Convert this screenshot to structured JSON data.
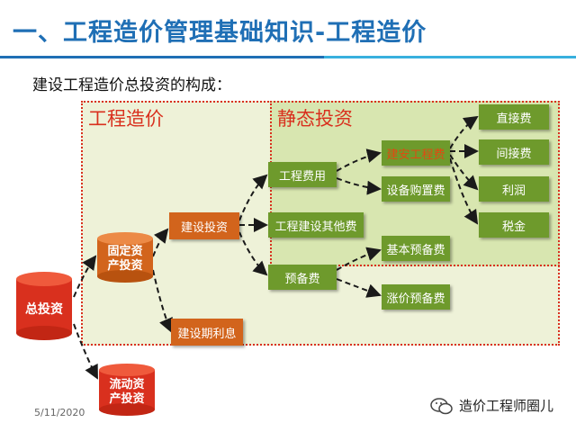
{
  "title": "一、工程造价管理基础知识-工程造价",
  "subtitle": "建设工程造价总投资的构成：",
  "regions": {
    "outer": "工程造价",
    "static": "静态投资"
  },
  "nodes": {
    "total": "总投资",
    "fixed_line1": "固定资",
    "fixed_line2": "产投资",
    "current_line1": "流动资",
    "current_line2": "产投资",
    "construction": "建设投资",
    "interest": "建设期利息",
    "eng_fee": "工程费用",
    "other_fee": "工程建设其他费",
    "reserve": "预备费",
    "build_install": "建安工程费",
    "equipment": "设备购置费",
    "basic_reserve": "基本预备费",
    "price_reserve": "涨价预备费",
    "direct": "直接费",
    "indirect": "间接费",
    "profit": "利润",
    "tax": "税金"
  },
  "footer": {
    "date": "5/11/2020",
    "watermark": "造价工程师圈儿"
  },
  "colors": {
    "title": "#1f6fb5",
    "accent_red": "#d9301e",
    "node_green": "#6e9a2c",
    "node_orange": "#d2641c"
  }
}
